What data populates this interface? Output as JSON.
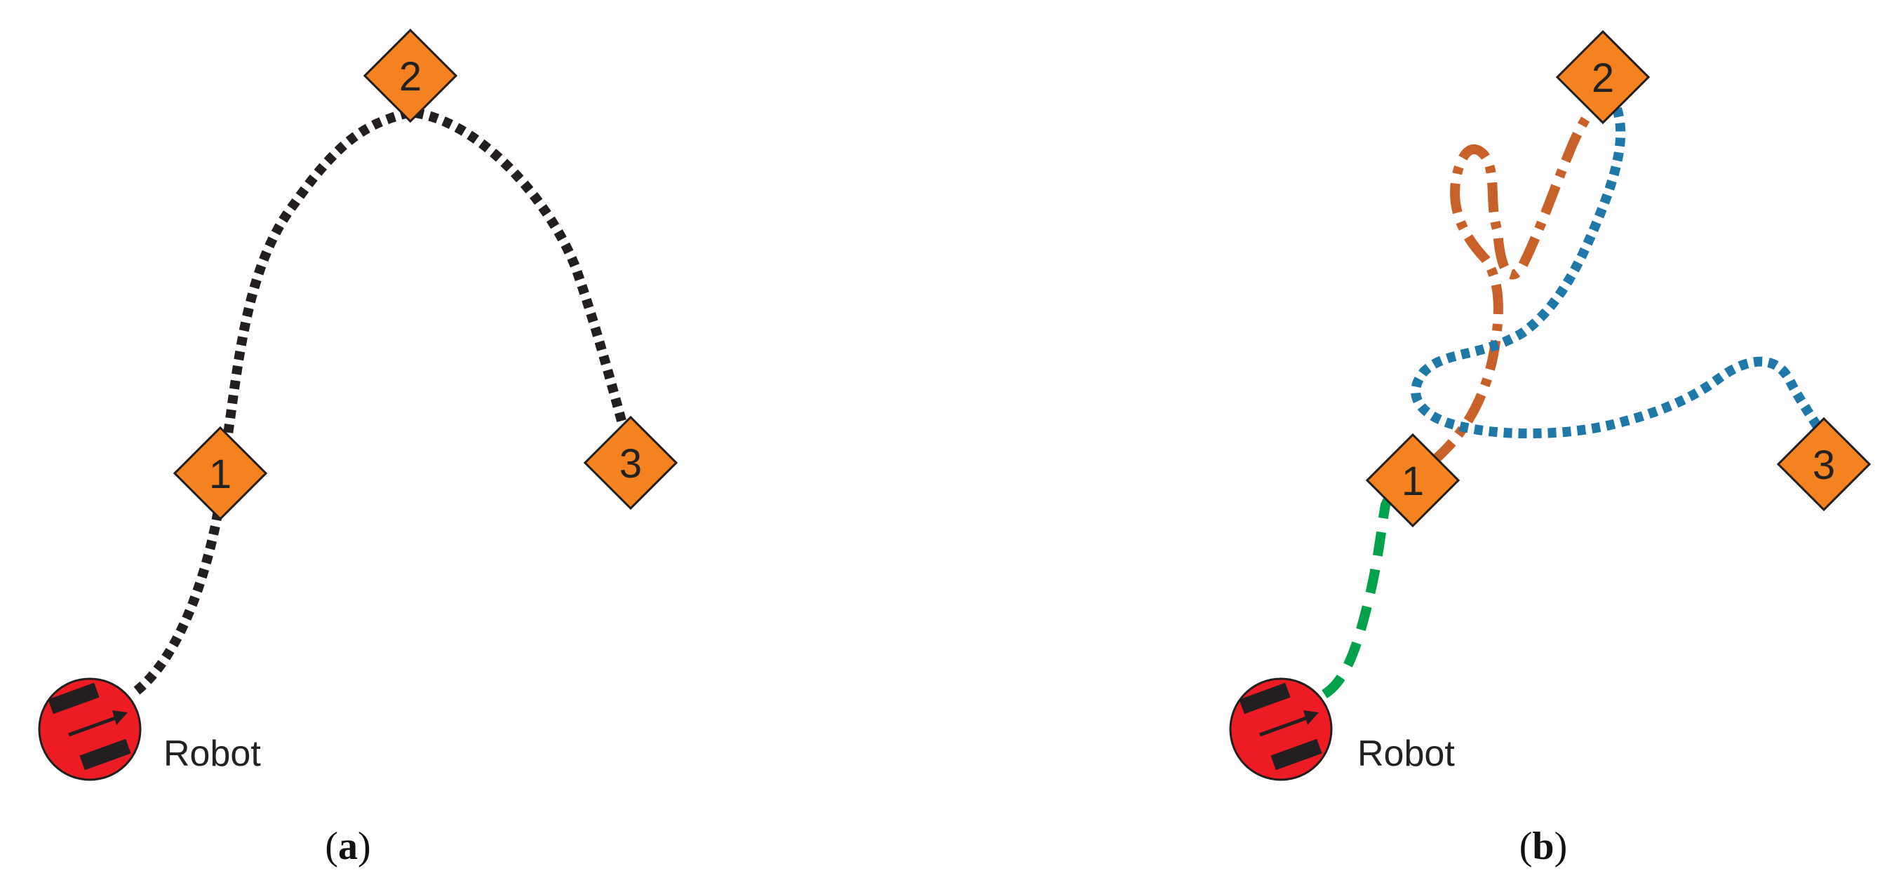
{
  "colors": {
    "waypoint_fill": "#F58220",
    "robot_fill": "#ED1C24",
    "path_a": "#231F20",
    "path_b_segment_1": "#00A14B",
    "path_b_segment_2": "#C8602A",
    "path_b_segment_3": "#1F78A8"
  },
  "panel_a": {
    "waypoints": [
      "1",
      "2",
      "3"
    ],
    "robot_label": "Robot",
    "caption_open": "(",
    "caption_letter": "a",
    "caption_close": ")"
  },
  "panel_b": {
    "waypoints": [
      "1",
      "2",
      "3"
    ],
    "robot_label": "Robot",
    "caption_open": "(",
    "caption_letter": "b",
    "caption_close": ")"
  }
}
